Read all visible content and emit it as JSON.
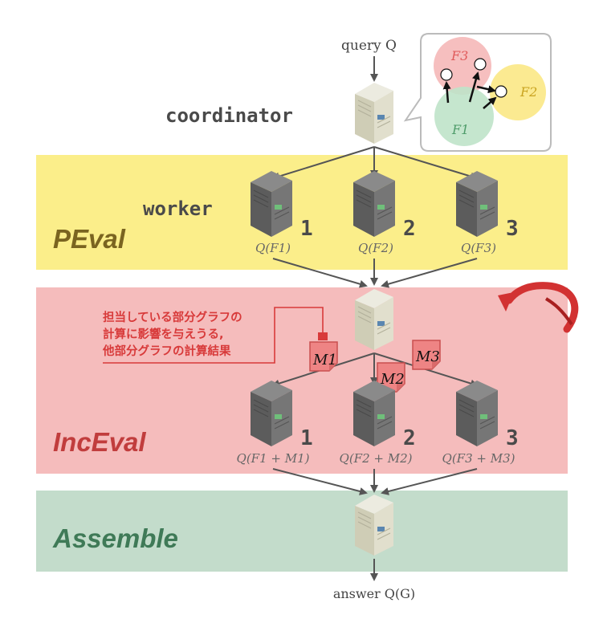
{
  "query_label": "query Q",
  "coordinator_label": "coordinator",
  "worker_label": "worker",
  "answer_label": "answer Q(G)",
  "stages": {
    "peval": "PEval",
    "inceval": "IncEval",
    "assemble": "Assemble"
  },
  "partition_inset": {
    "f1": "F1",
    "f2": "F2",
    "f3": "F3"
  },
  "peval_workers": [
    {
      "number": "1",
      "label": "Q(F1)"
    },
    {
      "number": "2",
      "label": "Q(F2)"
    },
    {
      "number": "3",
      "label": "Q(F3)"
    }
  ],
  "inceval_workers": [
    {
      "number": "1",
      "label": "Q(F1 + M1)"
    },
    {
      "number": "2",
      "label": "Q(F2 + M2)"
    },
    {
      "number": "3",
      "label": "Q(F3 + M3)"
    }
  ],
  "messages": [
    "M1",
    "M2",
    "M3"
  ],
  "note_lines": [
    "担当している部分グラフの",
    "計算に影響を与えうる,",
    "他部分グラフの計算結果"
  ],
  "colors": {
    "peval_band": "#fbee8a",
    "inceval_band": "#f5bcbc",
    "assemble_band": "#c3dccb",
    "peval_text": "#7a6420",
    "inceval_text": "#c13d3d",
    "assemble_text": "#3f7a57",
    "message_fill": "#ee8484",
    "note_red": "#d83a3a"
  }
}
